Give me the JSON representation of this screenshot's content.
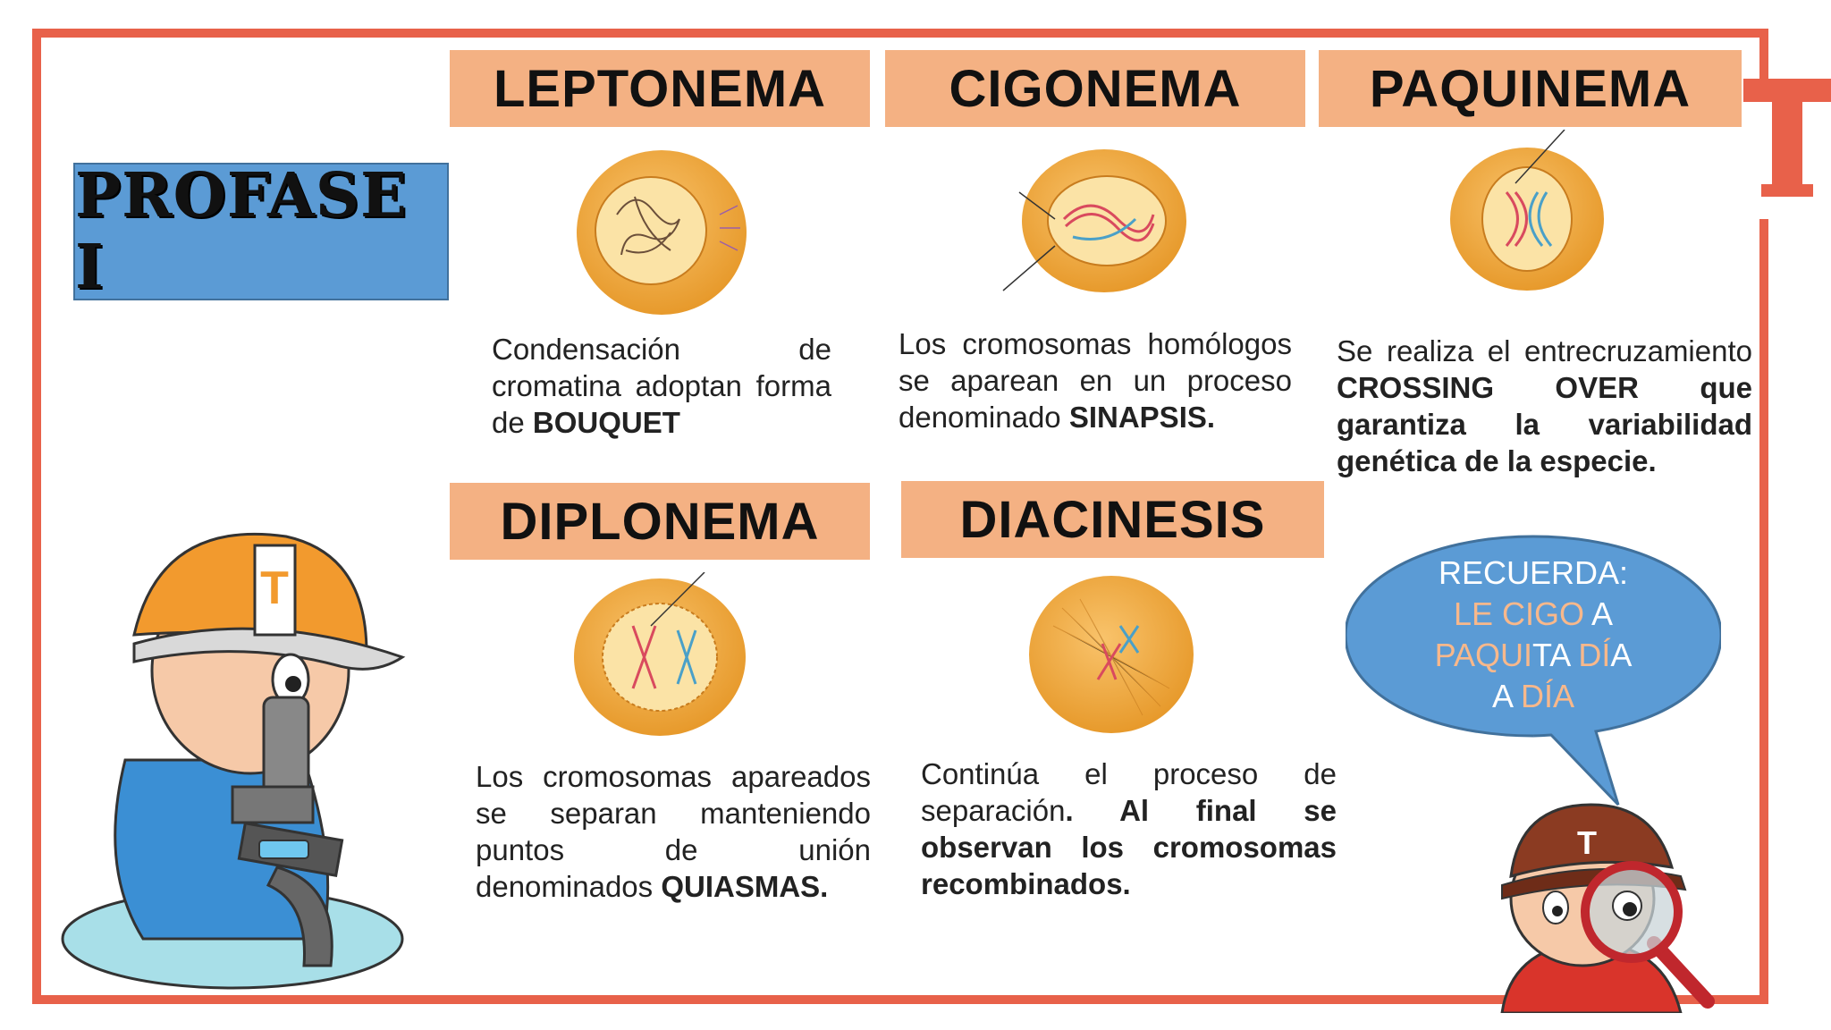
{
  "title": "PROFASE I",
  "logo_letter": "T",
  "stages": [
    {
      "name": "LEPTONEMA",
      "text_plain": "Condensación de cromatina adoptan forma de ",
      "text_bold": "BOUQUET"
    },
    {
      "name": "CIGONEMA",
      "text_plain": "Los cromosomas homólogos se aparean en un proceso denominado ",
      "text_bold": "SINAPSIS."
    },
    {
      "name": "PAQUINEMA",
      "text_plain": "Se realiza el entrecruzamiento ",
      "text_bold": "CROSSING OVER que garantiza la variabilidad genética de la especie."
    },
    {
      "name": "DIPLONEMA",
      "text_plain": "Los cromosomas apareados se separan manteniendo puntos de unión denominados ",
      "text_bold": "QUIASMAS."
    },
    {
      "name": "DIACINESIS",
      "text_plain": "Continúa el proceso de separación",
      "text_bold": ". Al final se observan los cromosomas recombinados."
    }
  ],
  "reminder": {
    "line1": "RECUERDA:",
    "l2a": "LE  CIGO",
    "l2b": " A",
    "l3a": "PAQUI",
    "l3b": "TA ",
    "l3c": "DÍ",
    "l3d": "A",
    "l4a": "A ",
    "l4b": "DÍA"
  },
  "colors": {
    "frame": "#e8614a",
    "header": "#f4b183",
    "title_bg": "#5b9bd5",
    "bubble": "#5b9bd5",
    "accent_text": "#f8b88b"
  },
  "icons": [
    "microscope-scientist-character",
    "magnifier-scientist-character",
    "cell-illustration"
  ]
}
